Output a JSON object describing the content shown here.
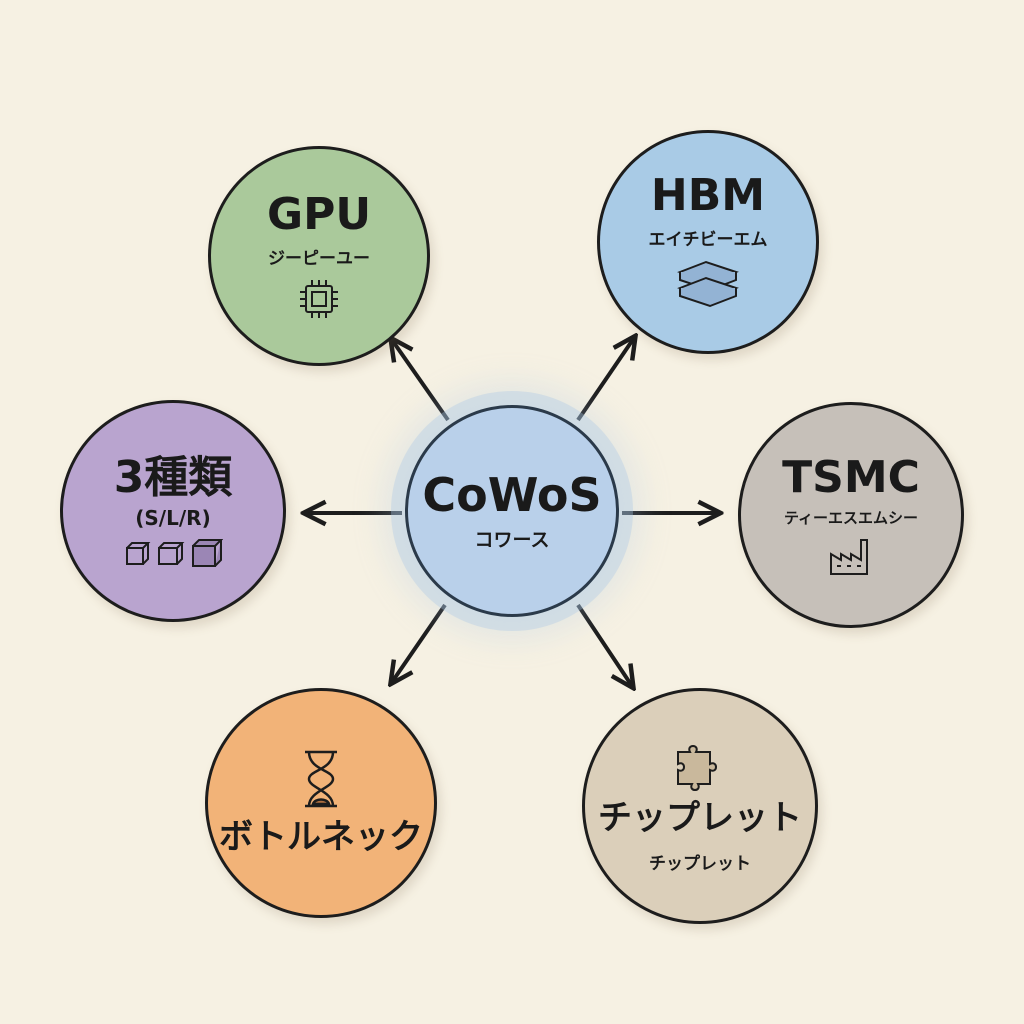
{
  "center": {
    "title": "CoWoS",
    "reading": "コワース",
    "color": "#b9d0ea"
  },
  "nodes": {
    "gpu": {
      "title": "GPU",
      "reading": "ジーピーユー",
      "icon": "chip-icon",
      "color": "#aac99b"
    },
    "hbm": {
      "title": "HBM",
      "reading": "エイチビーエム",
      "icon": "memory-stack-icon",
      "color": "#a9cbe6"
    },
    "types": {
      "title": "3種類",
      "reading": "(S/L/R)",
      "icon": "cubes-icon",
      "color": "#b9a4cf"
    },
    "tsmc": {
      "title": "TSMC",
      "reading": "ティーエスエムシー",
      "icon": "factory-icon",
      "color": "#c6c0b9"
    },
    "bottleneck": {
      "title": "ボトルネック",
      "icon": "hourglass-icon",
      "color": "#f2b378"
    },
    "chiplet": {
      "title": "チップレット",
      "reading": "チップレット",
      "icon": "puzzle-icon",
      "color": "#dbcfba"
    }
  }
}
